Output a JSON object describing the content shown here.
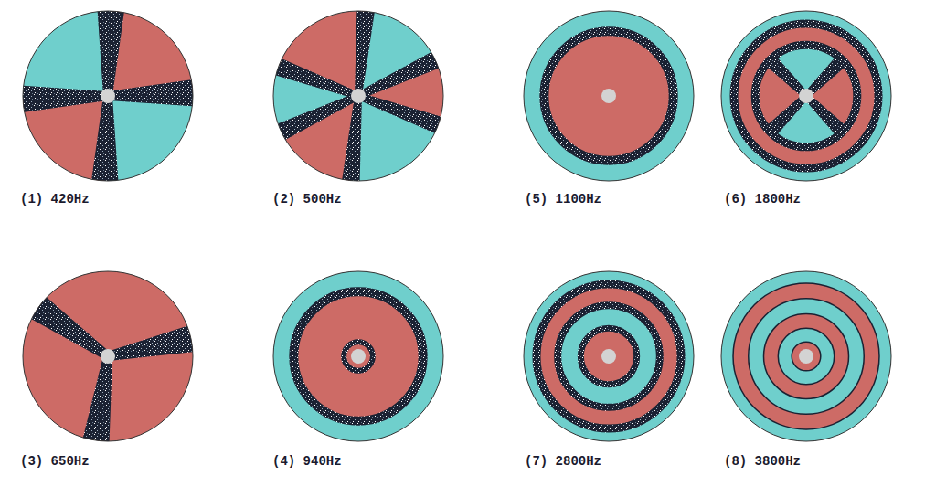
{
  "diagram": {
    "labels": [
      "(1) 420Hz",
      "(2) 500Hz",
      "(5) 1100Hz",
      "(6) 1800Hz",
      "(3) 650Hz",
      "(4) 940Hz",
      "(7) 2800Hz",
      "(8) 3800Hz"
    ]
  }
}
